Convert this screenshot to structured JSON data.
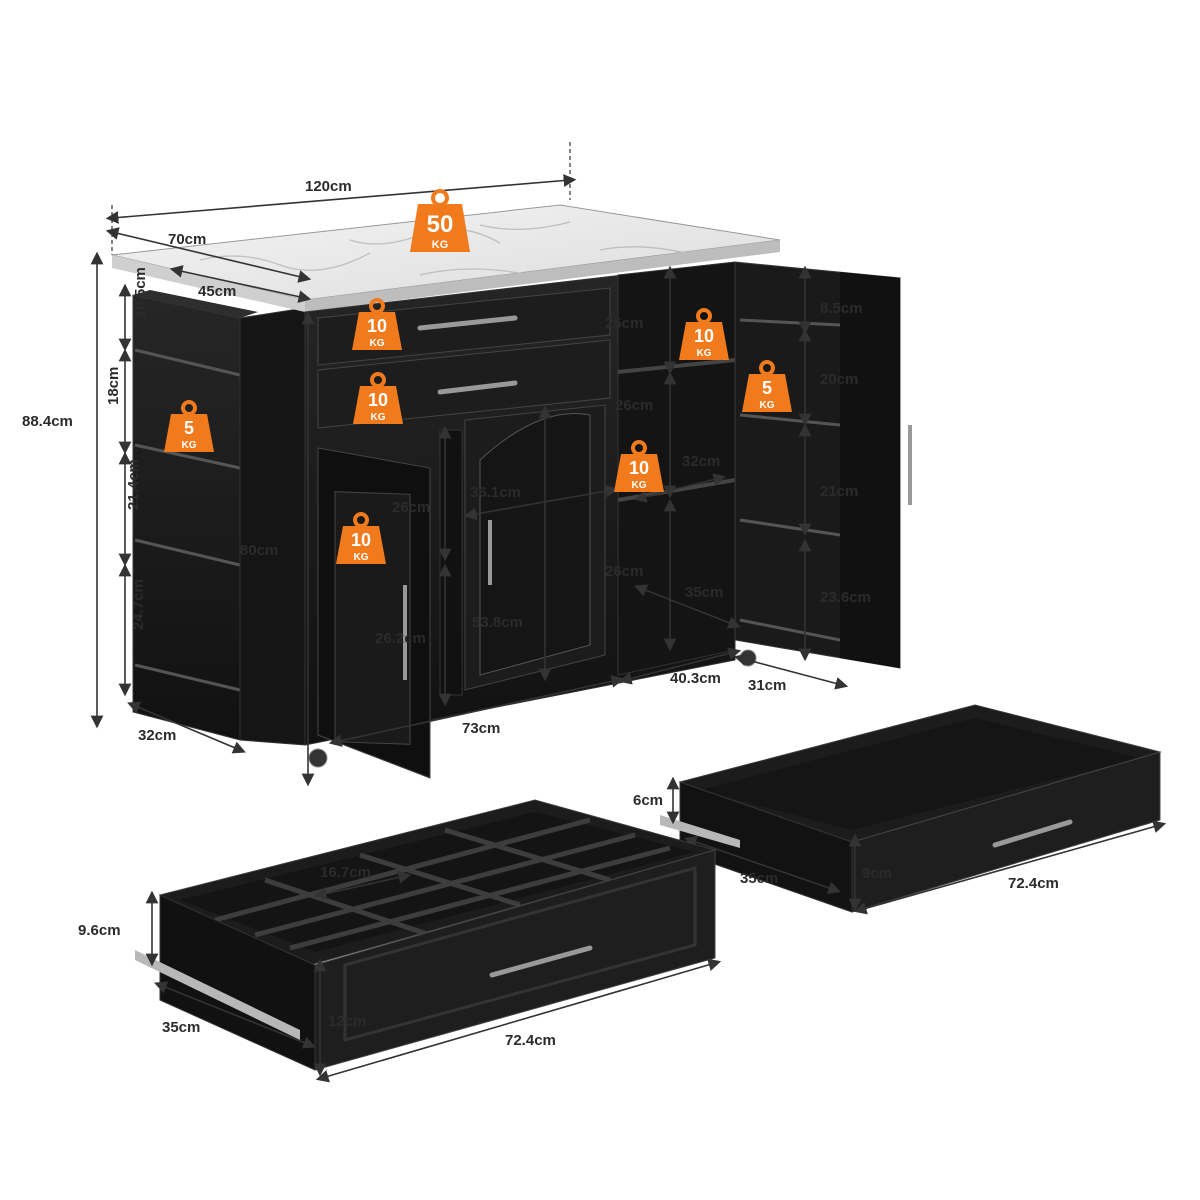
{
  "colors": {
    "cabinet": "#1b1b1b",
    "cabinet_edge": "#3a3a3a",
    "marble": "#eeeeee",
    "badge": "#f07a1c",
    "text": "#2b2b2b"
  },
  "top": {
    "width": "120cm",
    "depth": "70cm",
    "depth_base": "45cm",
    "load": {
      "value": "50",
      "unit": "KG"
    }
  },
  "heights": {
    "total": "88.4cm",
    "left_rack": [
      "10.5cm",
      "18cm",
      "21.4cm",
      "24.7cm"
    ],
    "body": "80cm"
  },
  "left_rack": {
    "depth": "32cm",
    "load": {
      "value": "5",
      "unit": "KG"
    }
  },
  "drawers_load": [
    {
      "value": "10",
      "unit": "KG"
    },
    {
      "value": "10",
      "unit": "KG"
    }
  ],
  "cabinet": {
    "shelf_upper": "26cm",
    "shelf_lower": "26.2cm",
    "inner_width": "36.1cm",
    "inner_height": "53.8cm",
    "width": "73cm",
    "load": {
      "value": "10",
      "unit": "KG"
    }
  },
  "open_shelf": {
    "top": "25cm",
    "middle": "26cm",
    "bottom": "26cm",
    "depth_upper": "32cm",
    "depth_lower": "35cm",
    "width": "40.3cm",
    "load_top": {
      "value": "10",
      "unit": "KG"
    },
    "load_mid": {
      "value": "10",
      "unit": "KG"
    }
  },
  "right_rack": {
    "levels": [
      "8.5cm",
      "20cm",
      "21cm",
      "23.6cm"
    ],
    "depth": "31cm",
    "load": {
      "value": "5",
      "unit": "KG"
    }
  },
  "drawer_large": {
    "height": "6cm",
    "front_height": "9cm",
    "depth": "35cm",
    "width": "72.4cm"
  },
  "drawer_divided": {
    "compartment": "16.7cm",
    "height": "9.6cm",
    "front_height": "12cm",
    "depth": "35cm",
    "width": "72.4cm"
  }
}
